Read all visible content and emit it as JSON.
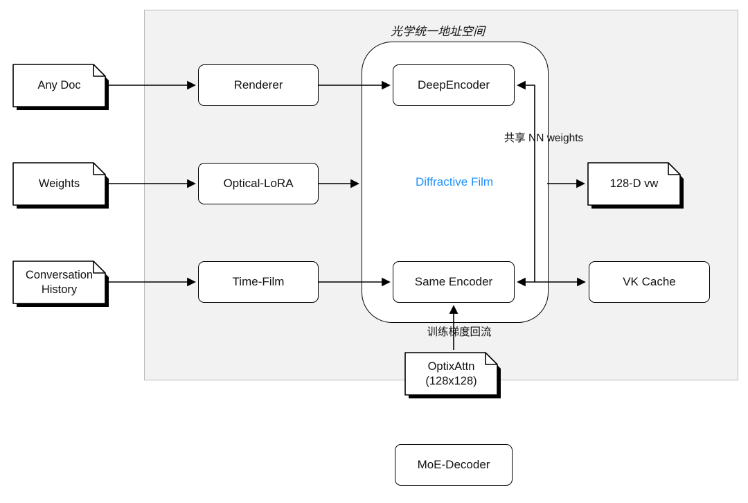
{
  "diagram": {
    "title": "光学统一地址空间",
    "nodes": {
      "any_doc": {
        "lines": [
          "Any Doc"
        ]
      },
      "weights": {
        "lines": [
          "Weights"
        ]
      },
      "conversation_history": {
        "lines": [
          "Conversation",
          "History"
        ]
      },
      "renderer": {
        "label": "Renderer"
      },
      "optical_lora": {
        "label": "Optical-LoRA"
      },
      "time_film": {
        "label": "Time-Film"
      },
      "deep_encoder": {
        "label": "DeepEncoder"
      },
      "diffractive_film": {
        "label": "Diffractive Film",
        "color": "#1E90FF"
      },
      "same_encoder": {
        "label": "Same Encoder"
      },
      "vw_128d": {
        "lines": [
          "128-D vw"
        ]
      },
      "vk_cache": {
        "label": "VK Cache"
      },
      "optix_attn": {
        "lines": [
          "OptixAttn",
          "(128x128)"
        ]
      },
      "moe_decoder": {
        "label": "MoE-Decoder"
      }
    },
    "edge_labels": {
      "shared_nn_weights": "共享 NN weights",
      "training_gradient_backflow": "训练梯度回流"
    }
  }
}
